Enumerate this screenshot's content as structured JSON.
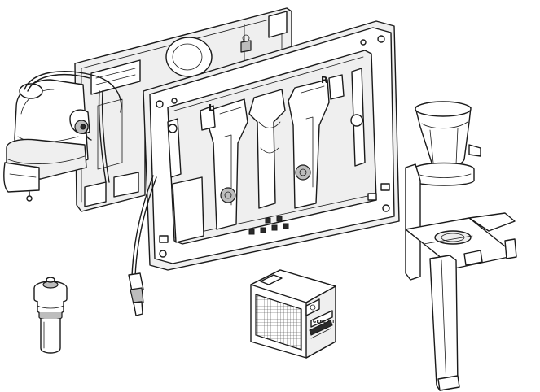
{
  "frame_labels": {
    "left": "L",
    "right": "R"
  },
  "module_brand": "GEBERIT"
}
